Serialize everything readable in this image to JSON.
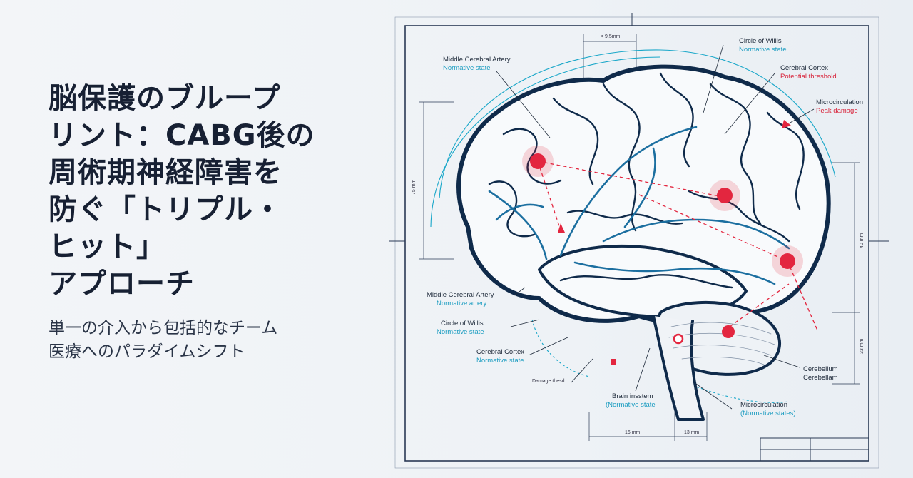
{
  "title_lines": [
    "脳保護のブループ",
    "リント：CABG後の",
    "周術期神経障害を",
    "防ぐ「トリプル・",
    "ヒット」",
    "アプローチ"
  ],
  "subtitle_lines": [
    "単一の介入から包括的なチーム",
    "医療へのパラダイムシフト"
  ],
  "diagram": {
    "labels": [
      {
        "name": "Middle Cerebral Artery",
        "state": "Normative state",
        "tone": "teal"
      },
      {
        "name": "Circle of Willis",
        "state": "Normative state",
        "tone": "teal"
      },
      {
        "name": "Cerebral Cortex",
        "state": "Potential threshold",
        "tone": "red"
      },
      {
        "name": "Microcirculation",
        "state": "Peak damage",
        "tone": "red"
      },
      {
        "name": "Middle Cerebral Artery",
        "state": "Normative artery",
        "tone": "teal"
      },
      {
        "name": "Circle of Willis",
        "state": "Normative state",
        "tone": "teal"
      },
      {
        "name": "Cerebral Cortex",
        "state": "Normative state",
        "tone": "teal"
      },
      {
        "name": "Damage thesd",
        "state": "",
        "tone": "none"
      },
      {
        "name": "Brain insstem",
        "state": "(Normative state",
        "tone": "teal"
      },
      {
        "name": "Microcirculation",
        "state": "(Normative states)",
        "tone": "teal"
      },
      {
        "name": "Cerebellum",
        "state": "Cerebellam",
        "tone": "dark"
      }
    ],
    "dimensions": {
      "top": "< 9.5mm",
      "left": "75 mm",
      "right_upper": "40 mm",
      "right_lower": "33 mm",
      "bottom_left": "16 mm",
      "bottom_right": "13 mm"
    },
    "colors": {
      "outline": "#0f2a4a",
      "vessel": "#1c6fa0",
      "accent": "#19a7c9",
      "damage": "#e3263f"
    }
  }
}
